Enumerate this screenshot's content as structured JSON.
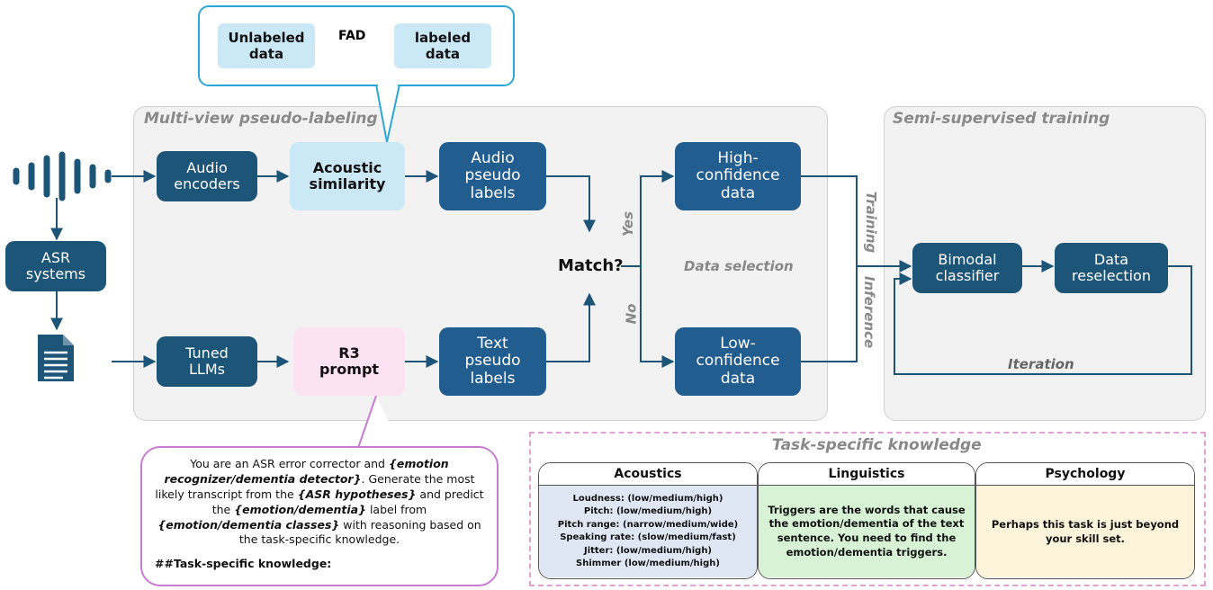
{
  "fad_callout": {
    "left_label": "Unlabeled\ndata",
    "center_label": "FAD",
    "right_label": "labeled\ndata"
  },
  "panels": {
    "multi_view": "Multi-view pseudo-labeling",
    "semi_supervised": "Semi-supervised training"
  },
  "boxes": {
    "asr_systems": "ASR\nsystems",
    "audio_encoders": "Audio\nencoders",
    "acoustic_similarity": "Acoustic\nsimilarity",
    "audio_pseudo_labels": "Audio\npseudo\nlabels",
    "tuned_llms": "Tuned\nLLMs",
    "r3_prompt": "R3\nprompt",
    "text_pseudo_labels": "Text\npseudo\nlabels",
    "high_confidence": "High-\nconfidence\ndata",
    "low_confidence": "Low-\nconfidence\ndata",
    "bimodal_classifier": "Bimodal\nclassifier",
    "data_reselection": "Data\nreselection"
  },
  "labels": {
    "match": "Match?",
    "yes": "Yes",
    "no": "No",
    "data_selection": "Data selection",
    "training": "Training",
    "inference": "Inference",
    "iteration": "Iteration"
  },
  "prompt": {
    "text_parts": [
      "You are an ASR error corrector and ",
      "{emotion recognizer/dementia detector}",
      ". Generate the most likely transcript from the ",
      "{ASR hypotheses}",
      " and predict the ",
      "{emotion/dementia}",
      " label from ",
      "{emotion/dementia classes}",
      " with reasoning based on the task-specific knowledge."
    ],
    "header": "##Task-specific knowledge:"
  },
  "task_knowledge": {
    "title": "Task-specific knowledge",
    "columns": [
      {
        "name": "Acoustics",
        "color": "#dfe7f5",
        "items": [
          "Loudness: (low/medium/high)",
          "Pitch: (low/medium/high)",
          "Pitch range: (narrow/medium/wide)",
          "Speaking rate: (slow/medium/fast)",
          "Jitter: (low/medium/high)",
          "Shimmer (low/medium/high)"
        ]
      },
      {
        "name": "Linguistics",
        "color": "#d7f2d5",
        "text": "Triggers are the words that cause the emotion/dementia of the text sentence. You need to find the emotion/dementia triggers."
      },
      {
        "name": "Psychology",
        "color": "#fbf4da",
        "text": "Perhaps this task is just beyond your skill set."
      }
    ]
  },
  "icons": {
    "audio": "waveform-icon",
    "document": "document-icon"
  },
  "colors": {
    "dark_box": "#1c5577",
    "mid_box": "#225d8f",
    "light_box": "#cbe8f6",
    "pink_box": "#fde2f3",
    "callout_blue": "#2aa7d8",
    "callout_pink": "#c97ad3"
  }
}
